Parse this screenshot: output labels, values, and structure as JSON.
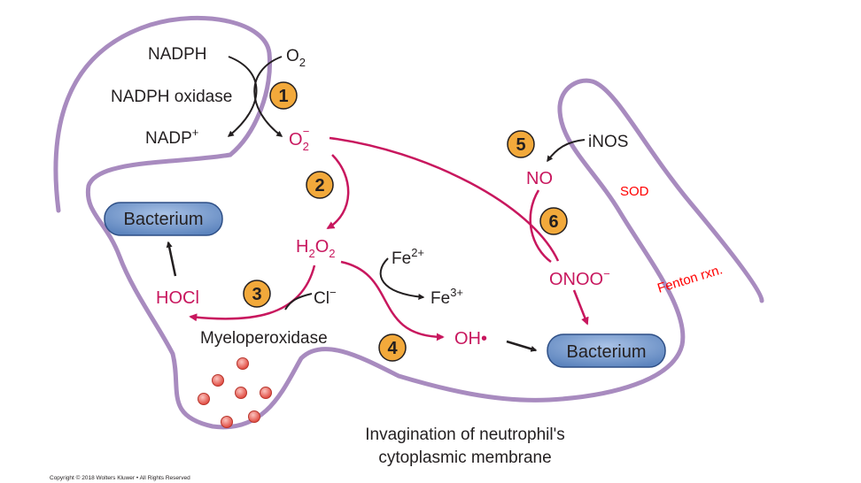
{
  "labels": {
    "nadph": "NADPH",
    "o2": "O",
    "o2_sub": "2",
    "nadph_oxidase": "NADPH oxidase",
    "nadp": "NADP",
    "nadp_sup": "+",
    "superoxide": "O",
    "superoxide_sub": "2",
    "superoxide_sup": "−",
    "h2o2_a": "H",
    "h2o2_sub1": "2",
    "h2o2_b": "O",
    "h2o2_sub2": "2",
    "hocl": "HOCl",
    "cl": "Cl",
    "cl_sup": "−",
    "myeloperoxidase": "Myeloperoxidase",
    "fe2": "Fe",
    "fe2_sup": "2+",
    "fe3": "Fe",
    "fe3_sup": "3+",
    "oh_radical": "OH•",
    "inos": "iNOS",
    "no": "NO",
    "peroxynitrite": "ONOO",
    "peroxynitrite_sup": "−",
    "bacterium_left": "Bacterium",
    "bacterium_right": "Bacterium",
    "sod": "SOD",
    "fenton": "Fenton rxn.",
    "caption_line1": "Invagination of neutrophil's",
    "caption_line2": "cytoplasmic membrane",
    "copyright": "Copyright © 2018 Wolters Kluwer • All Rights Reserved"
  },
  "steps": [
    "1",
    "2",
    "3",
    "4",
    "5",
    "6"
  ],
  "colors": {
    "membrane": "#a88bbf",
    "reaction": "#c8175e",
    "step_circle": "#f2a93b",
    "bacterium_fill": "#6f95c9",
    "granule": "#e8594f",
    "annotation": "#ff0000"
  }
}
